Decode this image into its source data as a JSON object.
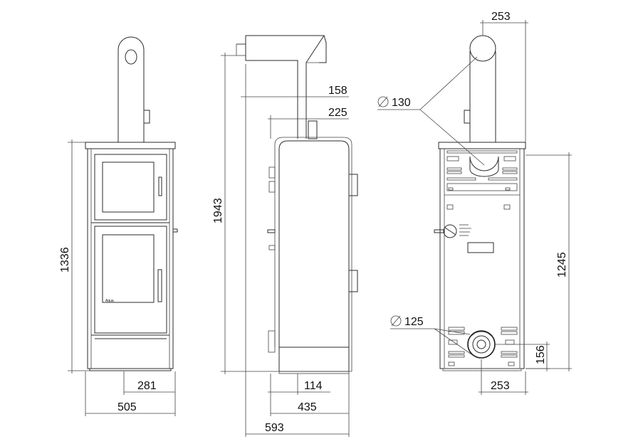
{
  "dimensions": {
    "front_height": "1336",
    "front_leg_offset": "281",
    "front_width": "505",
    "total_height": "1943",
    "flue_offset_top": "158",
    "flue_offset_bottom": "225",
    "side_foot_offset": "114",
    "side_depth": "435",
    "side_total_depth": "593",
    "top_flue_offset": "253",
    "top_flue_diameter": "130",
    "rear_height": "1245",
    "air_inlet_diameter": "125",
    "air_inlet_height": "156",
    "bottom_inlet_offset": "253"
  },
  "logo_text": "Aqua",
  "colors": {
    "line": "#2b2b2b",
    "background": "#ffffff"
  }
}
